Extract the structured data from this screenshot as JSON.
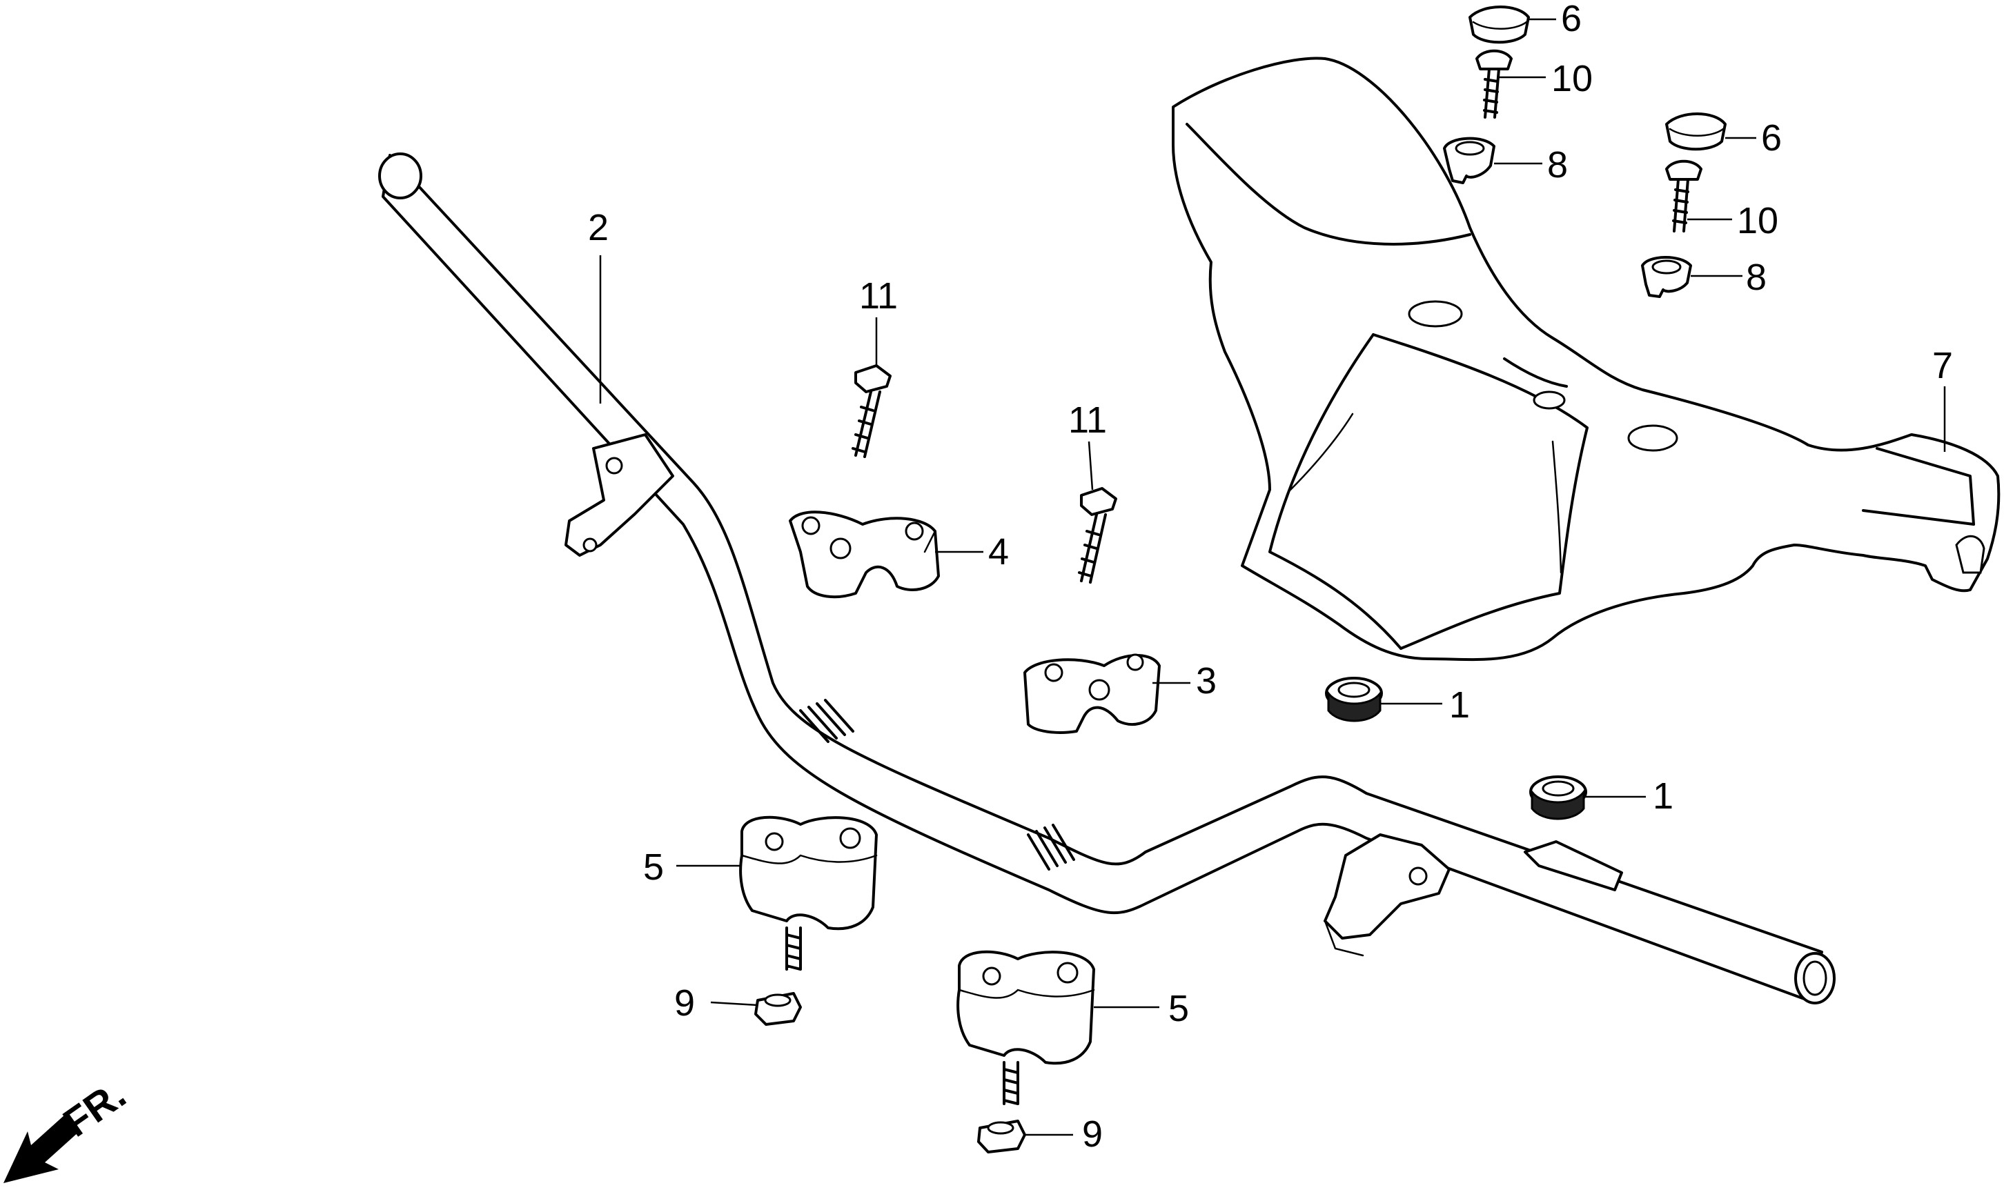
{
  "diagram": {
    "labels": {
      "bushing_1a": "1",
      "bushing_1b": "1",
      "handlebar_2": "2",
      "holder_lower_3": "3",
      "holder_upper_4": "4",
      "holder_5a": "5",
      "holder_5b": "5",
      "cap_6a": "6",
      "cap_6b": "6",
      "cover_7": "7",
      "collar_8a": "8",
      "collar_8b": "8",
      "nut_9a": "9",
      "nut_9b": "9",
      "screw_10a": "10",
      "screw_10b": "10",
      "bolt_11a": "11",
      "bolt_11b": "11"
    },
    "direction_indicator": "FR.",
    "colors": {
      "line": "#000000",
      "background": "#ffffff"
    }
  }
}
